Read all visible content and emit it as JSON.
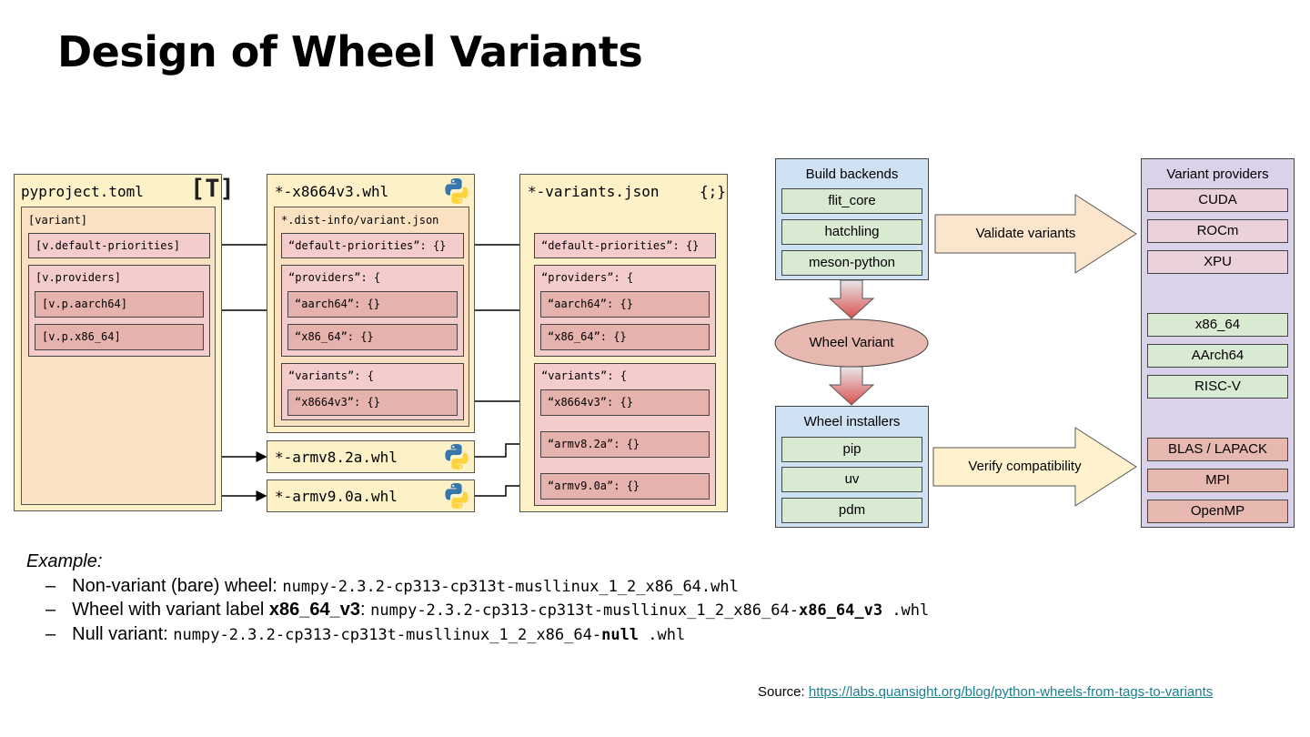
{
  "title": "Design of Wheel Variants",
  "pyproject": {
    "header": "pyproject.toml",
    "badge": "[T]",
    "variant_label": "[variant]",
    "default_priorities": "[v.default-priorities]",
    "providers_label": "[v.providers]",
    "aarch64": "[v.p.aarch64]",
    "x86_64": "[v.p.x86_64]"
  },
  "wheel_x86": {
    "header": "*-x8664v3.whl",
    "dist_info": "*.dist-info/variant.json",
    "default_priorities": "“default-priorities”: {}",
    "providers": "“providers”: {",
    "aarch64": "“aarch64”: {}",
    "x86_64": "“x86_64”: {}",
    "variants": "“variants”: {",
    "x8664v3": "“x8664v3”: {}"
  },
  "wheel_armv82": {
    "header": "*-armv8.2a.whl"
  },
  "wheel_armv90": {
    "header": "*-armv9.0a.whl"
  },
  "variants_json": {
    "header": "*-variants.json",
    "badge": "{;}",
    "default_priorities": "“default-priorities”: {}",
    "providers": "“providers”: {",
    "aarch64": "“aarch64”: {}",
    "x86_64": "“x86_64”: {}",
    "variants": "“variants”: {",
    "x8664v3": "“x8664v3”: {}",
    "armv82a": "“armv8.2a”: {}",
    "armv90a": "“armv9.0a”: {}"
  },
  "build_backends": {
    "title": "Build backends",
    "items": [
      "flit_core",
      "hatchling",
      "meson-python"
    ]
  },
  "wheel_variant": "Wheel Variant",
  "wheel_installers": {
    "title": "Wheel installers",
    "items": [
      "pip",
      "uv",
      "pdm"
    ]
  },
  "validate_arrow": "Validate variants",
  "verify_arrow": "Verify compatibility",
  "variant_providers": {
    "title": "Variant providers",
    "gpu": [
      "CUDA",
      "ROCm",
      "XPU"
    ],
    "cpu": [
      "x86_64",
      "AArch64",
      "RISC-V"
    ],
    "libs": [
      "BLAS / LAPACK",
      "MPI",
      "OpenMP"
    ]
  },
  "example": {
    "label": "Example:",
    "bullets": [
      {
        "dash": "–",
        "text": "Non-variant (bare) wheel: ",
        "code": "numpy-2.3.2-cp313-cp313t-musllinux_1_2_x86_64.whl"
      },
      {
        "dash": "–",
        "text": "Wheel with variant label ",
        "bold": "x86_64_v3",
        "colon": ": ",
        "code": "numpy-2.3.2-cp313-cp313t-musllinux_1_2_x86_64-",
        "code_bold": "x86_64_v3",
        "code_end": " .whl"
      },
      {
        "dash": "–",
        "text": "Null variant: ",
        "code": "numpy-2.3.2-cp313-cp313t-musllinux_1_2_x86_64-",
        "code_bold": "null",
        "code_end": " .whl"
      }
    ]
  },
  "source": {
    "label": "Source: ",
    "link": "https://labs.quansight.org/blog/python-wheels-from-tags-to-variants"
  },
  "colors": {
    "panel": "#fdf1c8",
    "inner": "#fae1c2",
    "pink": "#f3cccb",
    "deep": "#e5b2ad",
    "green": "#d9ead3",
    "blue": "#cfe2f3",
    "purple": "#d9d2e9",
    "link": "#1a7f8e"
  },
  "icons": [
    "python-logo-icon",
    "toml-icon",
    "json-icon"
  ]
}
